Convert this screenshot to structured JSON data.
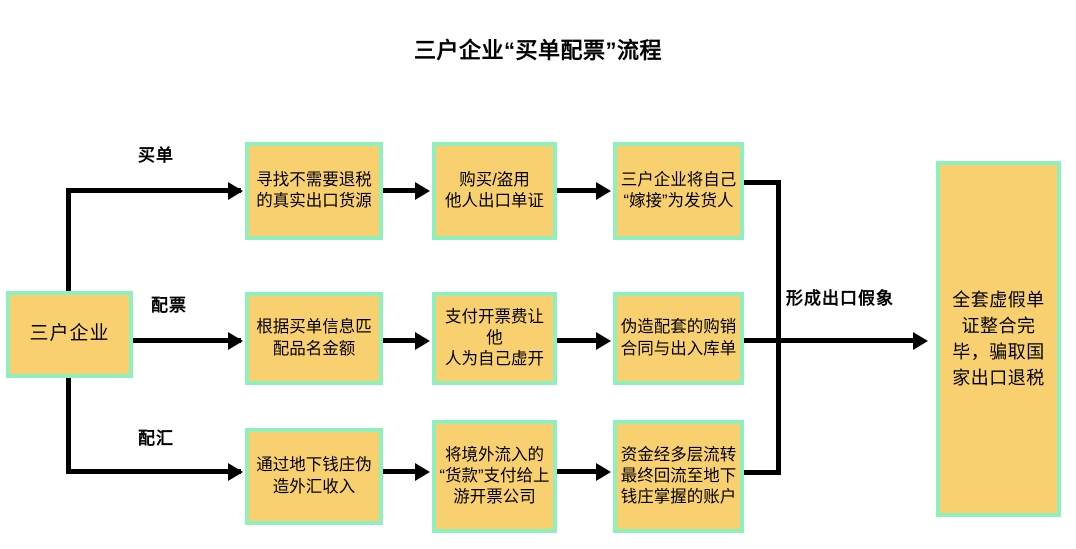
{
  "title": "三户企业“买单配票”流程",
  "start_node": {
    "label": "三户企业"
  },
  "branches": [
    {
      "label": "买单",
      "steps": [
        "寻找不需要退税\n的真实出口货源",
        "购买/盗用\n他人出口单证",
        "三户企业将自己\n“嫁接”为发货人"
      ]
    },
    {
      "label": "配票",
      "steps": [
        "根据买单信息匹\n配品名金额",
        "支付开票费让他\n人为自己虚开",
        "伪造配套的购销\n合同与出入库单"
      ]
    },
    {
      "label": "配汇",
      "steps": [
        "通过地下钱庄伪\n造外汇收入",
        "将境外流入的\n“货款”支付给上\n游开票公司",
        "资金经多层流转\n最终回流至地下\n钱庄掌握的账户"
      ]
    }
  ],
  "merge_label": "形成出口假象",
  "final_node": {
    "label": "全套虚假单\n证整合完\n毕，骗取国\n家出口退税"
  },
  "colors": {
    "node_fill": "#f9d070",
    "node_border": "#8ff0be",
    "line": "#000000",
    "text": "#000000",
    "background": "#ffffff"
  }
}
